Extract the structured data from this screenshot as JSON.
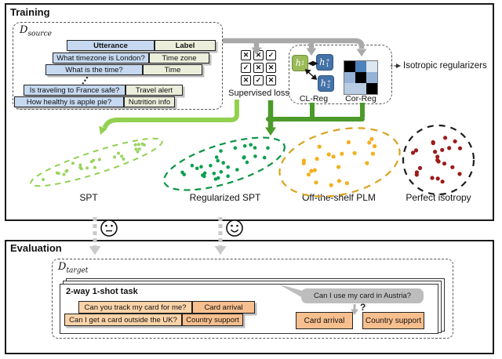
{
  "training": {
    "title": "Training",
    "dataset": {
      "base": "D",
      "sub": "source"
    },
    "table": {
      "header": {
        "utterance": "Utterance",
        "label": "Label"
      },
      "rows": [
        {
          "utterance": "What timezone is London?",
          "label": "Time zone"
        },
        {
          "utterance": "What is the time?",
          "label": "Time"
        },
        {
          "utterance": "Is traveling to France safe?",
          "label": "Travel alert"
        },
        {
          "utterance": "How healthy is apple pie?",
          "label": "Nutrition info"
        }
      ],
      "more_rows_ellipsis": "…"
    },
    "supervised_loss": {
      "label": "Supervised loss",
      "checkbox_grid": [
        [
          "x",
          "x",
          "v"
        ],
        [
          "v",
          "x",
          "x"
        ],
        [
          "x",
          "v",
          "x"
        ]
      ]
    },
    "cl_reg": {
      "label": "CL-Reg",
      "anchor": {
        "base": "h",
        "sub": "1"
      },
      "positives": [
        {
          "base": "h",
          "sub": "1",
          "sup": "+"
        },
        {
          "base": "h",
          "sub": "2",
          "sup": "+"
        }
      ]
    },
    "cor_reg": {
      "label": "Cor-Reg",
      "matrix_colors": [
        [
          "#000000",
          "#4f81bd",
          "#dce6f1"
        ],
        [
          "#95b3d7",
          "#000000",
          "#95b3d7"
        ],
        [
          "#b8cce4",
          "#b8cce4",
          "#000000"
        ]
      ]
    },
    "isotropic_regularizers_label": "Isotropic regularizers",
    "embeddings": [
      {
        "label": "SPT",
        "outline_color": "#92d050",
        "dot_color": "#9ad45f"
      },
      {
        "label": "Regularized SPT",
        "outline_color": "#0b9444",
        "dot_color": "#0ca04e"
      },
      {
        "label": "Off-the-shelf PLM",
        "outline_color": "#d9a420",
        "dot_color": "#f2b01e"
      },
      {
        "label": "Perfect isotropy",
        "outline_color": "#1c1c1c",
        "dot_color": "#9b1b1b"
      }
    ]
  },
  "evaluation": {
    "title": "Evaluation",
    "dataset": {
      "base": "D",
      "sub": "target"
    },
    "faces": [
      {
        "mood": "neutral"
      },
      {
        "mood": "happy"
      }
    ],
    "task": {
      "title": "2-way 1-shot task",
      "support": [
        {
          "utterance": "Can you track my card for me?",
          "label": "Card arrival"
        },
        {
          "utterance": "Can I get a card outside the UK?",
          "label": "Country support"
        }
      ],
      "query": "Can I use my card in Austria?",
      "question_mark": "?",
      "candidates": [
        "Card arrival",
        "Country support"
      ]
    }
  },
  "colors": {
    "connector_gray": "#a9a9a9",
    "light_green": "#92d050",
    "dark_green": "#4c9a2a",
    "dashed_arrow_gray": "#c9c9c9",
    "bubble_gray": "#bdbdbd",
    "utterance_blue": "#c6d9f1",
    "label_beige": "#eaeedb",
    "eval_orange_light": "#fbd3a8",
    "eval_orange": "#f8bf8e",
    "cl_anchor_green": "#9bbb59",
    "cl_positive_blue": "#4472a8"
  }
}
